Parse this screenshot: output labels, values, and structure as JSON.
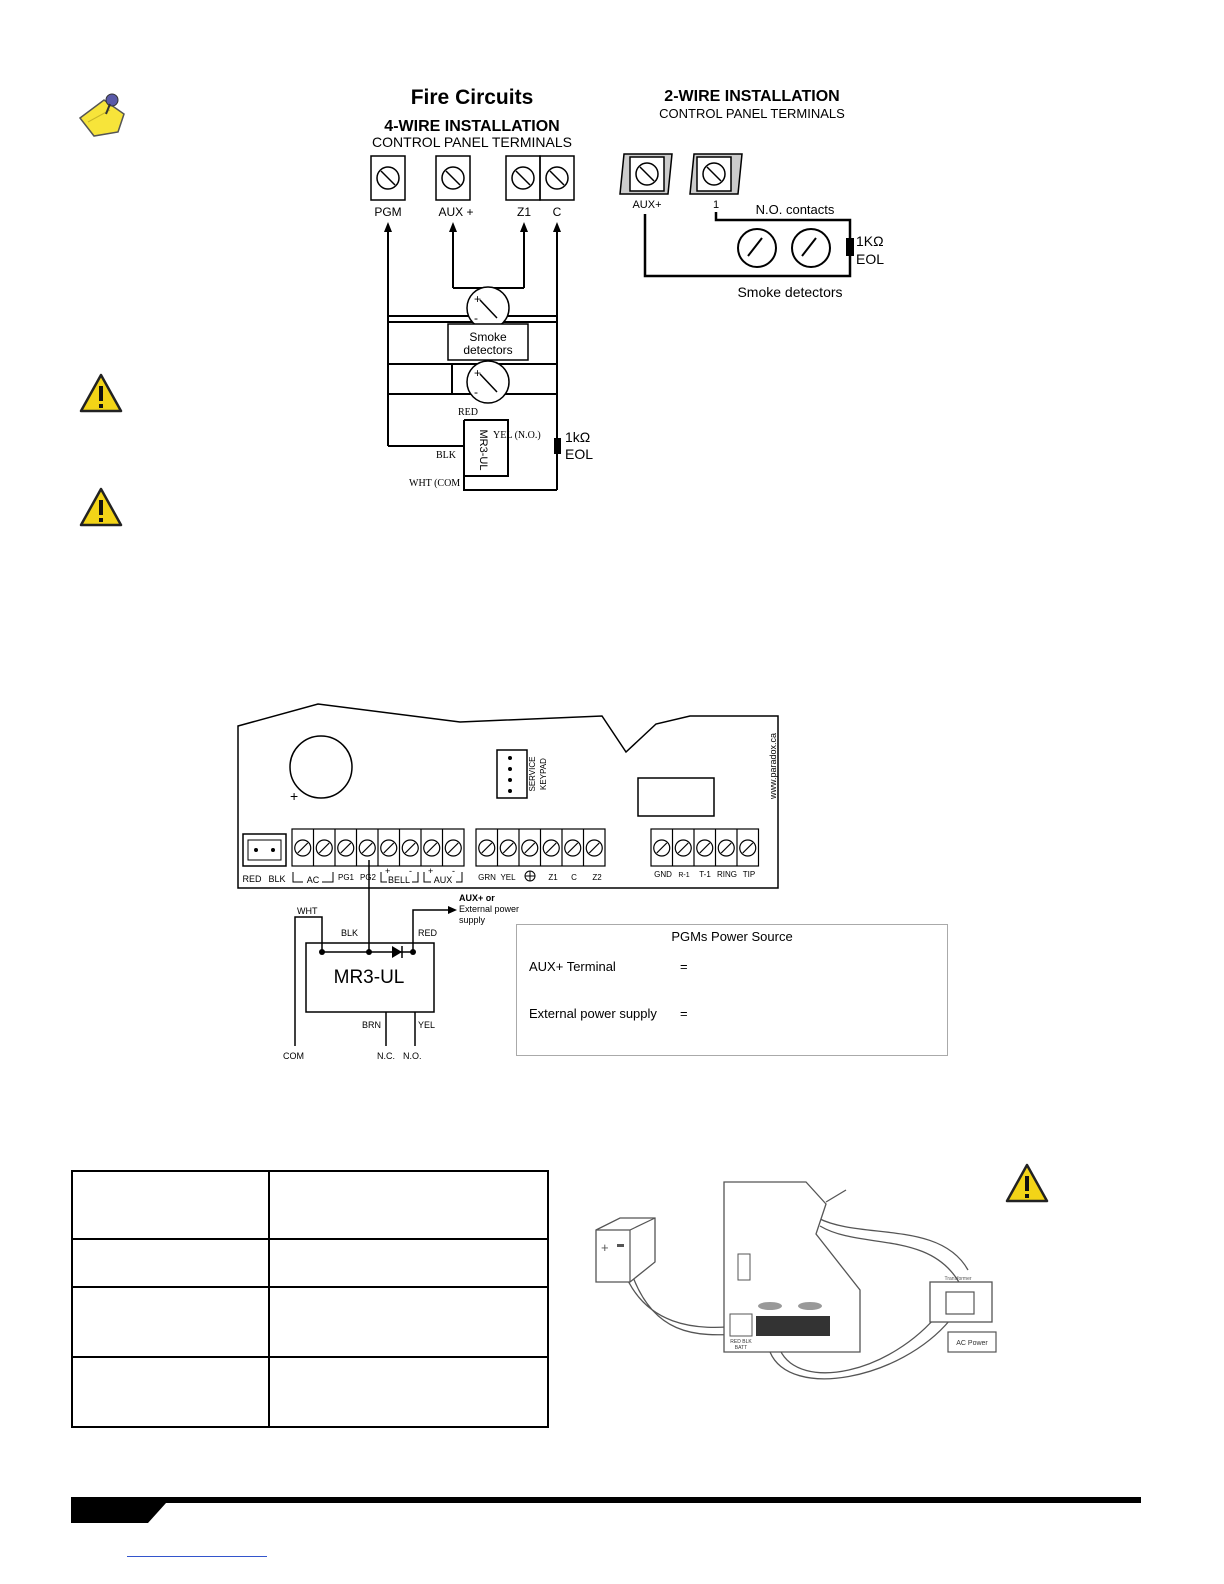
{
  "fire_circuits": {
    "title": "Fire Circuits",
    "four_wire": {
      "heading": "4-WIRE INSTALLATION",
      "subheading": "CONTROL PANEL TERMINALS",
      "terminals": [
        "PGM",
        "AUX +",
        "Z1",
        "C"
      ],
      "smoke_label_1": "Smoke",
      "smoke_label_2": "detectors",
      "wire_red": "RED",
      "wire_blk": "BLK",
      "wire_yel": "YEL (N.O.)",
      "wire_wht": "WHT (COM",
      "relay": "MR3-UL",
      "eol_1": "1kΩ",
      "eol_2": "EOL",
      "plus": "+",
      "minus": "-"
    },
    "two_wire": {
      "heading": "2-WIRE INSTALLATION",
      "subheading": "CONTROL PANEL TERMINALS",
      "terminals": [
        "AUX+",
        "1"
      ],
      "contacts": "N.O. contacts",
      "eol_1": "1KΩ",
      "eol_2": "EOL",
      "smoke": "Smoke detectors"
    }
  },
  "panel_diagram": {
    "website": "www.paradox.ca",
    "service_keypad_1": "SERVICE",
    "service_keypad_2": "KEYPAD",
    "battery_labels": [
      "RED",
      "BLK"
    ],
    "group1_labels": [
      "AC",
      "PG1",
      "PG2",
      "BELL",
      "AUX"
    ],
    "group2_labels": [
      "GRN",
      "YEL",
      "Z1",
      "C",
      "Z2"
    ],
    "group3_labels": [
      "GND",
      "R-1",
      "T-1",
      "RING",
      "TIP"
    ],
    "plus": "+",
    "minus": "-",
    "wht": "WHT",
    "blk": "BLK",
    "red": "RED",
    "aux_or_1": "AUX+ or",
    "aux_or_2": "External power",
    "aux_or_3": "supply",
    "relay": "MR3-UL",
    "brn": "BRN",
    "yel": "YEL",
    "com": "COM",
    "nc": "N.C.",
    "no": "N.O."
  },
  "pgm_source": {
    "title": "PGMs Power Source",
    "row1_label": "AUX+ Terminal",
    "row1_eq": "=",
    "row2_label": "External power supply",
    "row2_eq": "="
  },
  "power_illustration": {
    "batt": "BATT",
    "red_blk": "RED BLK",
    "ac_power": "AC Power",
    "transformer": "Transformer"
  }
}
